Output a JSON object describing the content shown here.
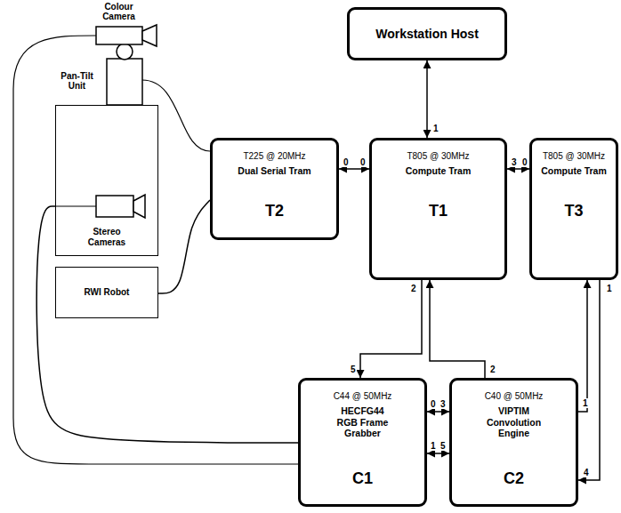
{
  "diagram": {
    "nodes": [
      {
        "text": [
          "Workstation Host"
        ]
      },
      {
        "text": [
          "Stereo Cameras"
        ]
      },
      {
        "text": [
          "T225 @ 20MHz",
          "Dual Serial Tram",
          "T2"
        ]
      },
      {
        "text": [
          "T805 @ 30MHz",
          "Compute Tram",
          "T1"
        ]
      },
      {
        "text": [
          "T805 @ 30MHz",
          "Compute Tram",
          "T3"
        ]
      },
      {
        "text": [
          "RWI Robot"
        ]
      },
      {
        "text": [
          "C44 @ 50MHz",
          "HECFG44 RGB Frame Grabber",
          "C1"
        ]
      },
      {
        "text": [
          "C40 @ 50MHz",
          "VIPTIM Convolution Engine",
          "C2"
        ]
      }
    ],
    "edges": [
      {
        "from": 0,
        "to": 3,
        "arrow": "both"
      },
      {
        "from": 2,
        "to": 3,
        "arrow": "both"
      },
      {
        "from": 3,
        "to": 4,
        "arrow": "both"
      },
      {
        "from": 3,
        "to": 6,
        "arrow": "to"
      },
      {
        "from": 7,
        "to": 3,
        "arrow": "to"
      },
      {
        "from": 6,
        "to": 7,
        "arrow": "both"
      },
      {
        "from": 6,
        "to": 7,
        "arrow": "both"
      },
      {
        "from": 7,
        "to": 4,
        "arrow": "to"
      },
      {
        "from": 4,
        "to": 7,
        "arrow": "to"
      },
      {
        "from": 5,
        "to": 2,
        "arrow": "none"
      },
      {
        "from": 1,
        "to": 6,
        "arrow": "none"
      }
    ],
    "labels": [
      "Colour Camera",
      "Pan-Tilt Unit",
      "1",
      "0",
      "0",
      "3",
      "0",
      "2",
      "5",
      "2",
      "1",
      "0",
      "3",
      "1",
      "5",
      "1",
      "4"
    ]
  }
}
